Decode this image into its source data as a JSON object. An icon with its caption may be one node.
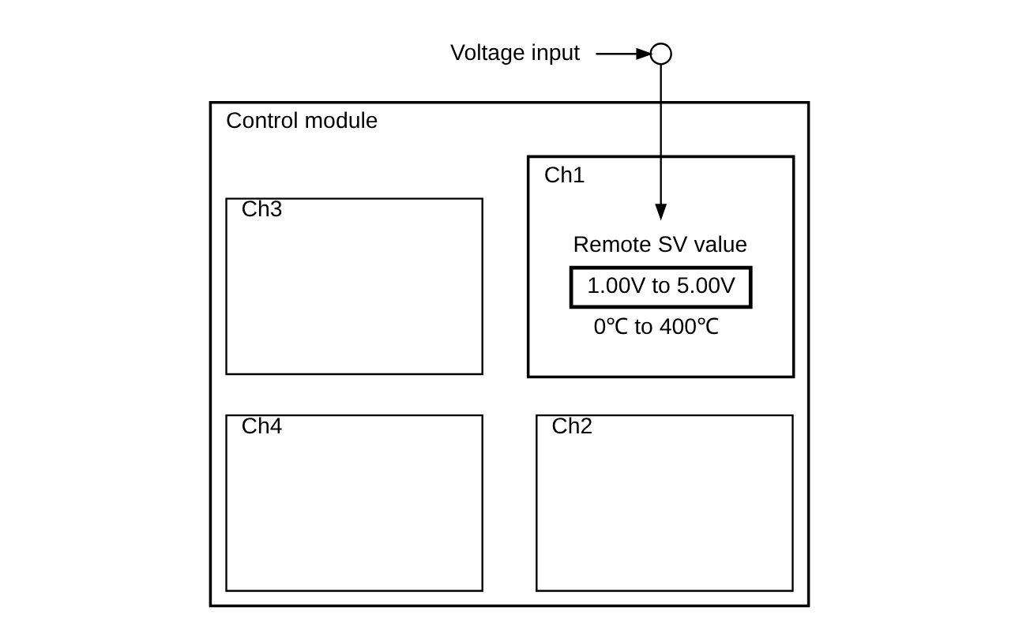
{
  "diagram": {
    "nodes": [
      {
        "text": [
          "Control module"
        ]
      },
      {
        "text": [
          "Ch1"
        ],
        "in": 0
      },
      {
        "text": [
          "1.00V to 5.00V"
        ],
        "beside": [
          "Remote SV value",
          "0℃ to 400℃"
        ],
        "in": 1
      },
      {
        "text": [
          "Ch3"
        ],
        "in": 0
      },
      {
        "text": [
          "Ch2"
        ],
        "in": 0
      },
      {
        "text": [
          "Ch4"
        ],
        "in": 0
      },
      {
        "text": [
          "Voltage input"
        ]
      },
      {
        "text": [],
        "shape": "circle"
      }
    ],
    "edges": [
      {
        "from": 6,
        "to": 7,
        "arrow": "to"
      },
      {
        "from": 7,
        "to": 2,
        "arrow": "to"
      }
    ]
  }
}
